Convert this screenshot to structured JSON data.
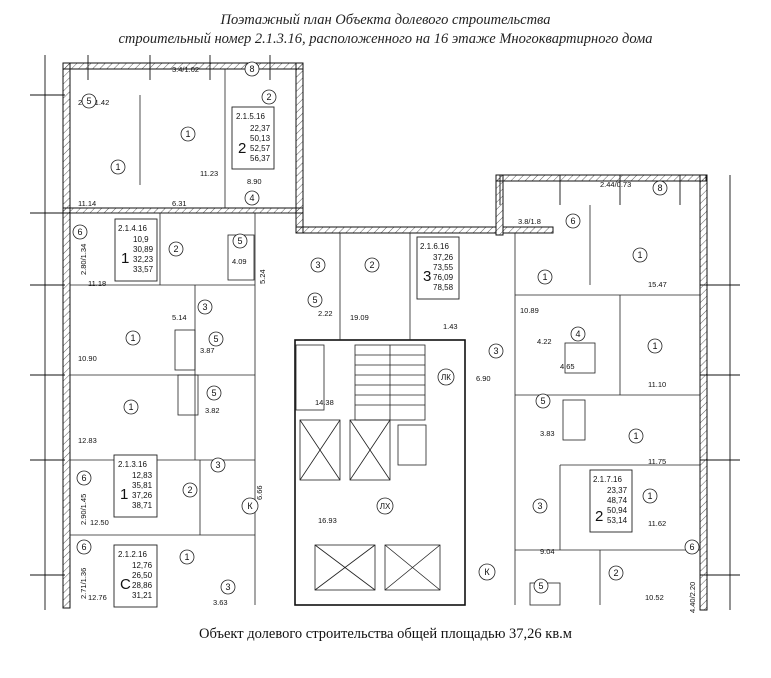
{
  "header": {
    "title_line1": "Поэтажный план Объекта долевого строительства",
    "title_line2": "строительный номер 2.1.3.16, расположенного на 16 этаже Многоквартирного дома"
  },
  "footer": {
    "caption": "Объект долевого строительства общей площадью 37,26 кв.м"
  },
  "apartments": [
    {
      "id": "2.1.5.16",
      "rooms": "2",
      "values": [
        "22,37",
        "50,13",
        "52,57",
        "56,37"
      ]
    },
    {
      "id": "2.1.4.16",
      "rooms": "1",
      "values": [
        "10,9",
        "30,89",
        "32,23",
        "33,57"
      ]
    },
    {
      "id": "2.1.6.16",
      "rooms": "3",
      "values": [
        "37,26",
        "73,55",
        "76,09",
        "78,58"
      ]
    },
    {
      "id": "2.1.3.16",
      "rooms": "1",
      "values": [
        "12,83",
        "35,81",
        "37,26",
        "38,71"
      ]
    },
    {
      "id": "2.1.7.16",
      "rooms": "2",
      "values": [
        "23,37",
        "48,74",
        "50,94",
        "53,14"
      ]
    },
    {
      "id": "2.1.2.16",
      "rooms": "С",
      "values": [
        "12,76",
        "26,50",
        "28,86",
        "31,21"
      ]
    }
  ],
  "room_areas": [
    "3.4/1.02",
    "2.84/1.42",
    "11.23",
    "8.90",
    "11.14",
    "6.31",
    "5.24",
    "4.09",
    "11.18",
    "2.80/1.34",
    "2.44/0.73",
    "3.8/1.8",
    "15.47",
    "10.89",
    "4.22",
    "4.65",
    "11.10",
    "2.22",
    "19.09",
    "1.43",
    "6.90",
    "14.38",
    "5.14",
    "3.87",
    "10.90",
    "3.82",
    "12.83",
    "3.83",
    "11.75",
    "6.66",
    "12.50",
    "2.90/1.45",
    "16.93",
    "11.62",
    "9.04",
    "12.76",
    "2.71/1.36",
    "3.63",
    "10.52",
    "4.40/2.20"
  ],
  "room_tags": [
    "1",
    "2",
    "3",
    "4",
    "5",
    "6",
    "8",
    "ЛК",
    "ЛХ",
    "К"
  ]
}
